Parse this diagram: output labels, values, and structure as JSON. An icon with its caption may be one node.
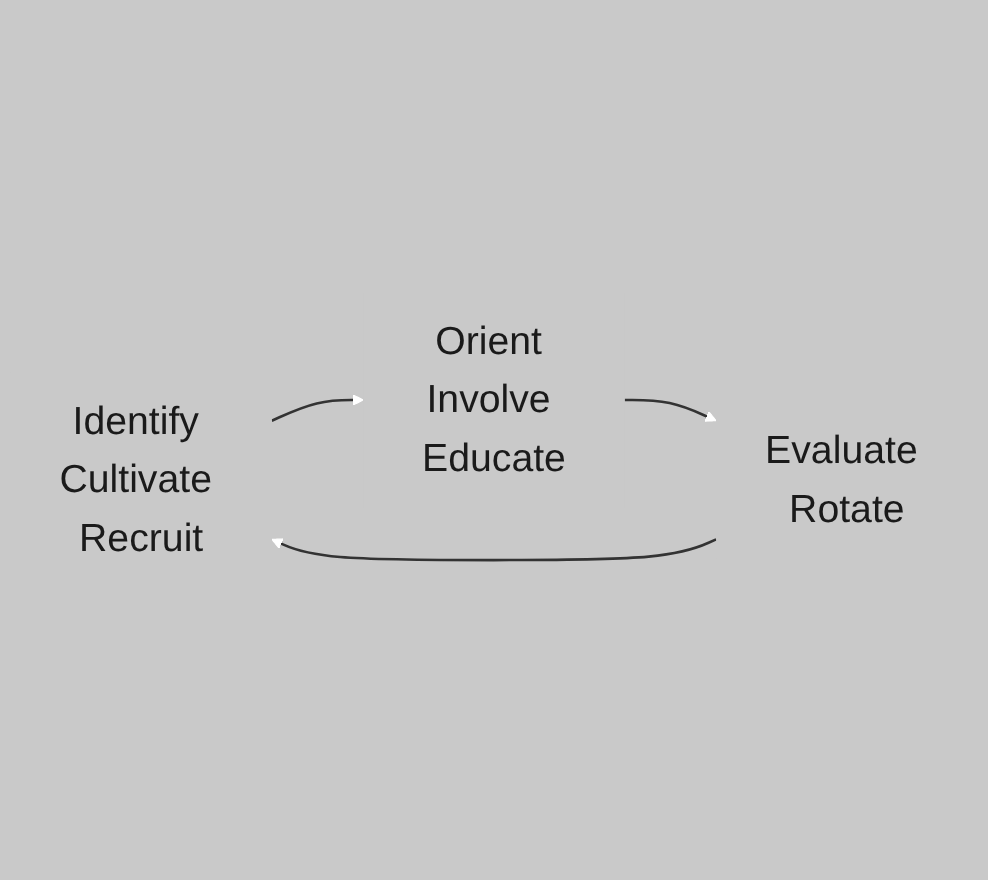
{
  "diagram": {
    "nodes": [
      {
        "text": [
          "Identify Cultivate Recruit"
        ]
      },
      {
        "text": [
          "Orient Involve Educate"
        ]
      },
      {
        "text": [
          "Evaluate Rotate"
        ]
      }
    ],
    "edges": [
      {
        "from": 0,
        "to": 1,
        "arrow": "to"
      },
      {
        "from": 1,
        "to": 2,
        "arrow": "to"
      },
      {
        "from": 2,
        "to": 0,
        "arrow": "to"
      }
    ]
  }
}
